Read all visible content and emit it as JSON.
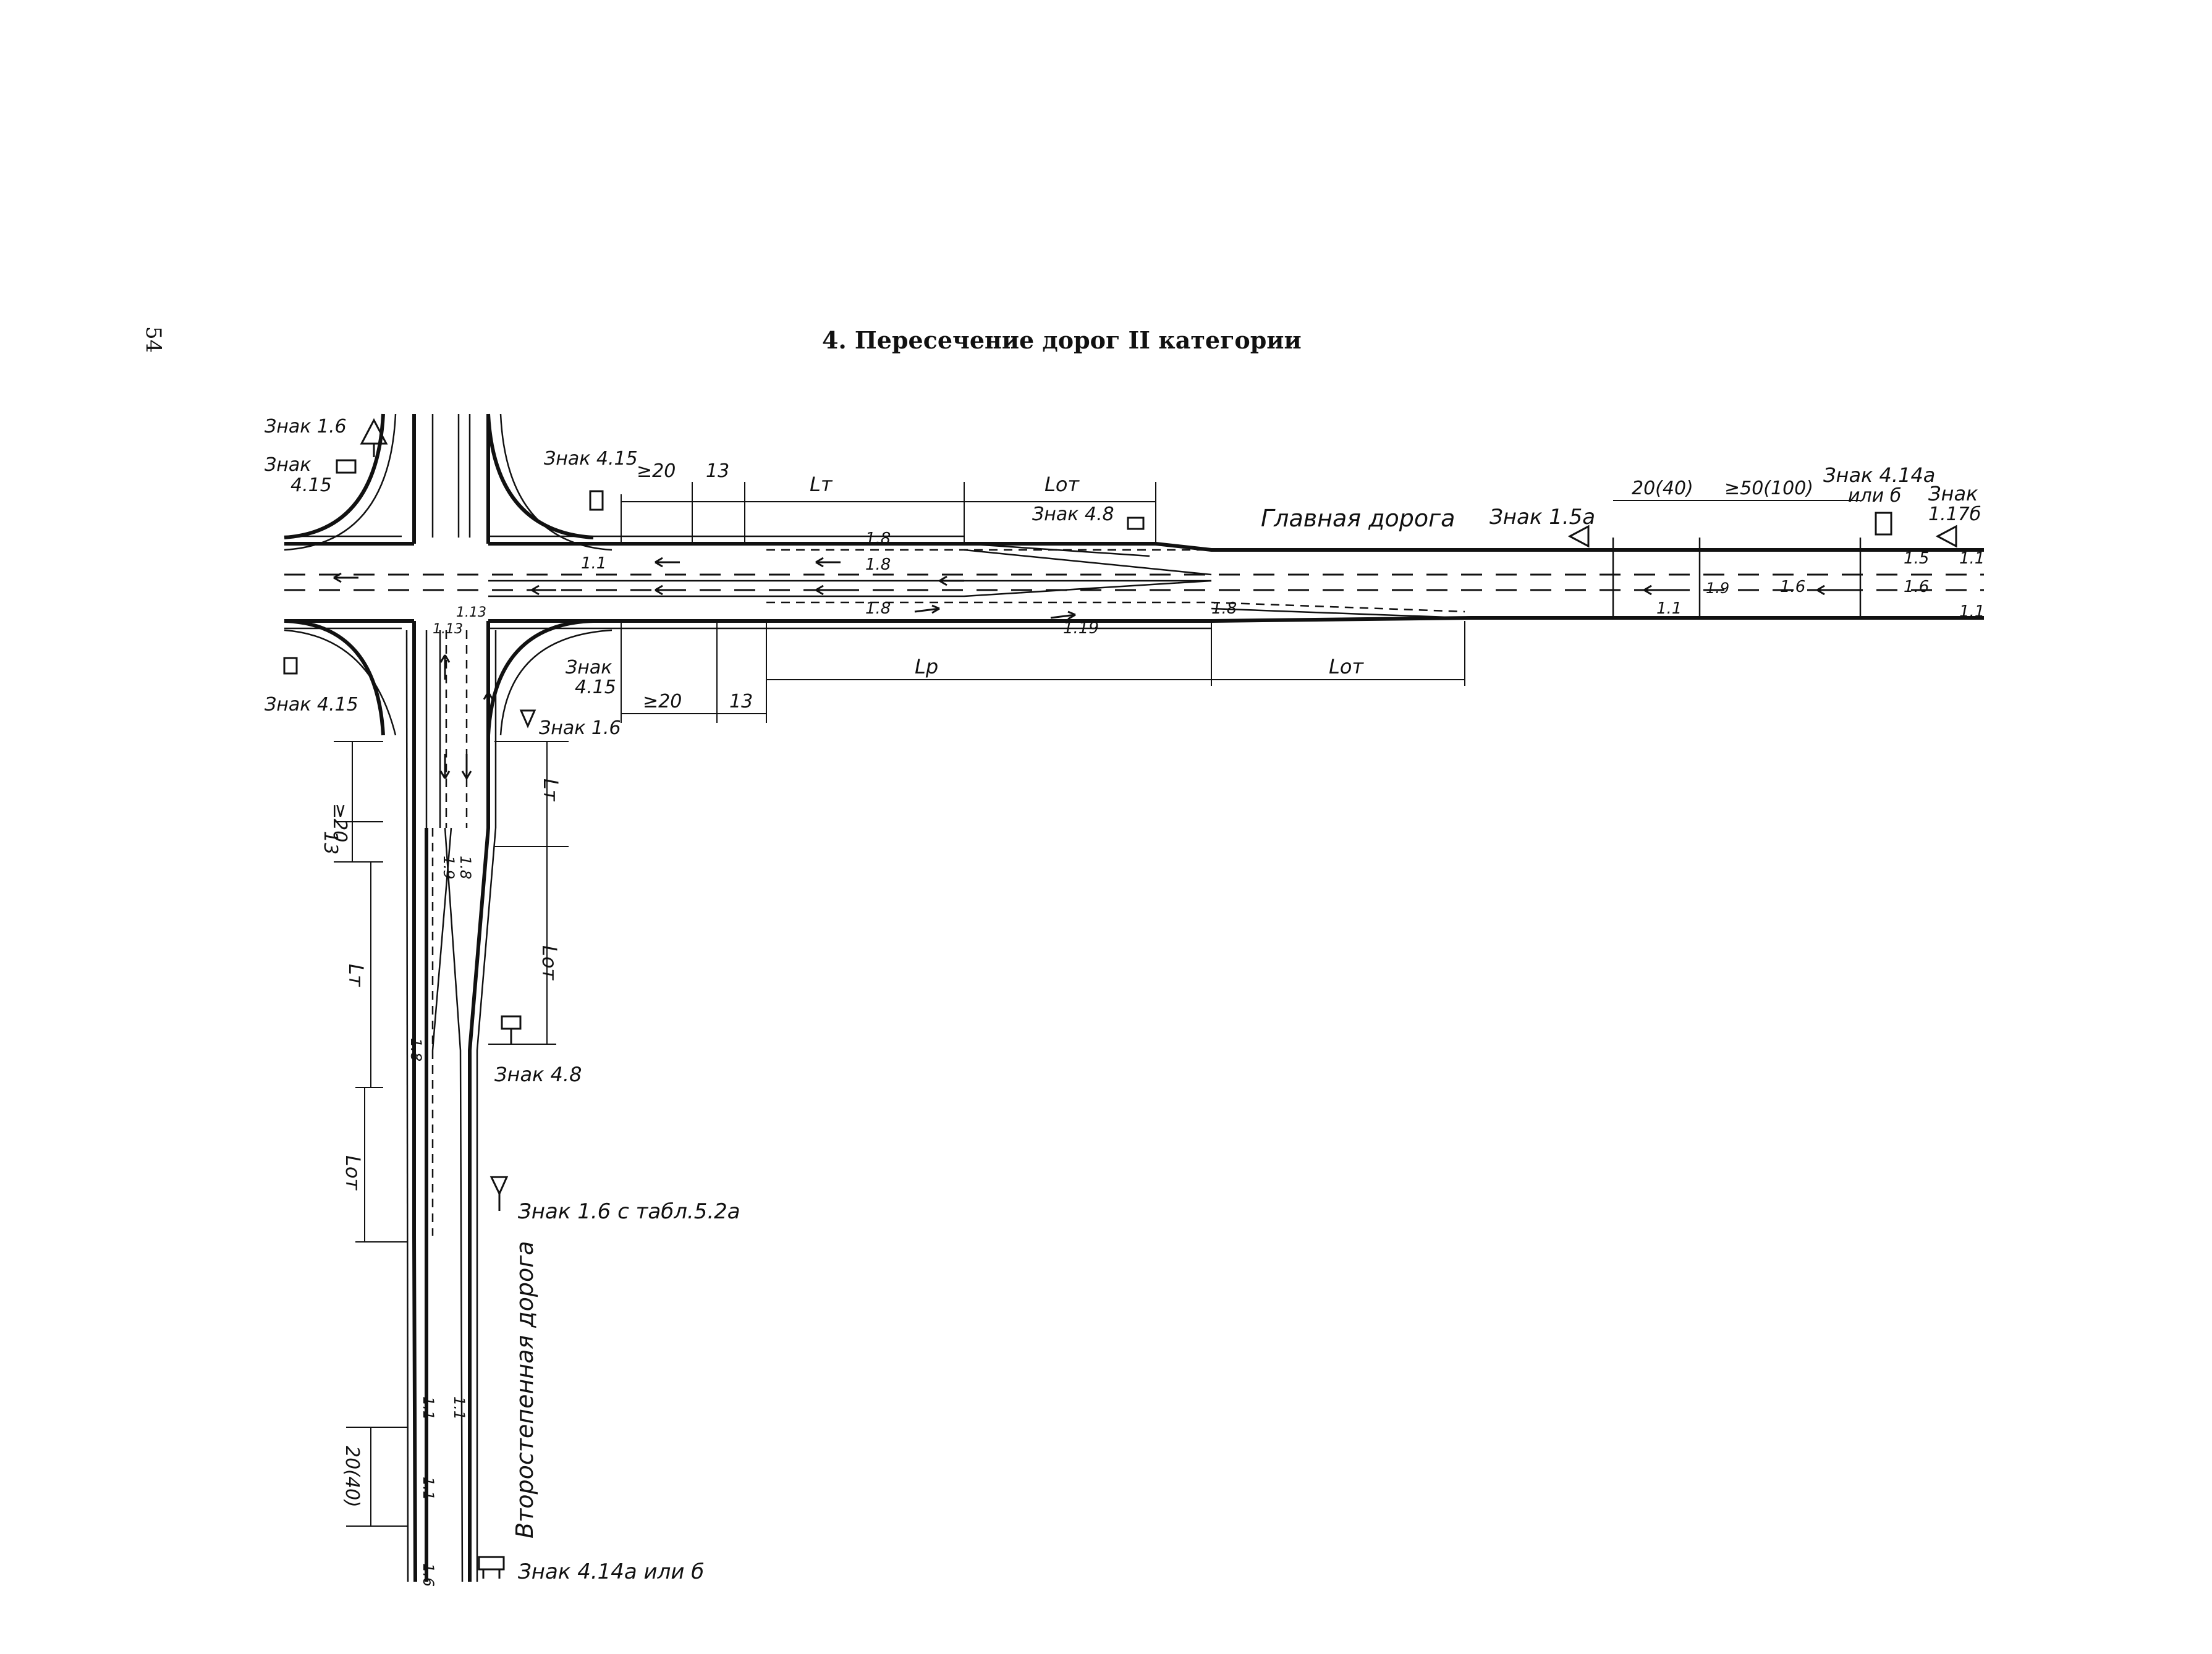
{
  "page": {
    "number": "54",
    "title": "4. Пересечение дорог II категории"
  },
  "labels": {
    "glavnaya": "Главная дорога",
    "vtorostepennaya": "Второстепенная дорога",
    "sign_1_6_topleft": "Знак 1.6",
    "sign_4_15_topleft_1": "Знак",
    "sign_4_15_topleft_2": "4.15",
    "sign_4_15_top": "Знак 4.15",
    "sign_4_15_bottomleft": "Знак 4.15",
    "sign_4_15_right_1": "Знак",
    "sign_4_15_right_2": "4.15",
    "sign_1_6_right": "Знак 1.6",
    "sign_4_8_main": "Знак 4.8",
    "sign_1_5a": "Знак 1.5а",
    "sign_4_14_1": "Знак 4.14а",
    "sign_4_14_2": "или б",
    "sign_1_17_1": "Знак",
    "sign_1_17_2": "1.17б",
    "sign_4_8_secondary": "Знак 4.8",
    "sign_1_6_tabl": "Знак 1.6 с табл.5.2а",
    "sign_4_14_bottom": "Знак 4.14а или б"
  },
  "dimensions": {
    "ge20": "≥20",
    "d13": "13",
    "lt": "Lт",
    "lot": "Lот",
    "lr": "Lр",
    "d20_40": "20(40)",
    "ge50_100": "≥50(100)"
  },
  "markings": {
    "m1_1": "1.1",
    "m1_5": "1.5",
    "m1_6": "1.6",
    "m1_8": "1.8",
    "m1_9": "1.9",
    "m1_13": "1.13",
    "m1_19": "1.19"
  }
}
